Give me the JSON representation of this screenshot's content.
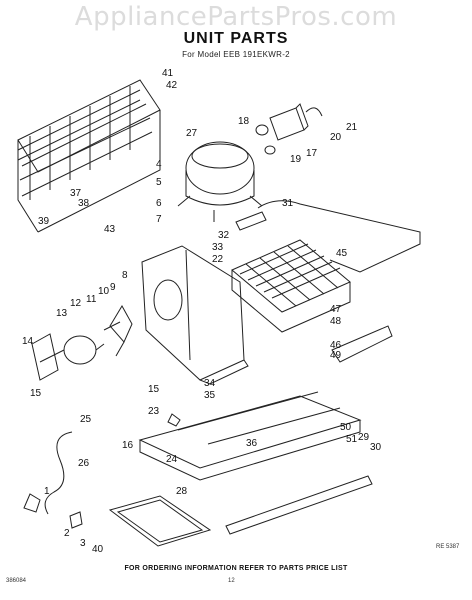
{
  "watermark": "AppliancePartsPros.com",
  "title": "UNIT PARTS",
  "subtitle": "For Model EEB 191EKWR-2",
  "footer": "FOR ORDERING INFORMATION REFER TO PARTS PRICE LIST",
  "doc_code": "386084",
  "page_number": "12",
  "ref_code": "RE 5387",
  "callouts": [
    "41",
    "42",
    "27",
    "18",
    "21",
    "20",
    "17",
    "19",
    "4",
    "5",
    "37",
    "38",
    "39",
    "43",
    "6",
    "7",
    "31",
    "32",
    "33",
    "45",
    "22",
    "8",
    "9",
    "10",
    "11",
    "12",
    "13",
    "14",
    "15",
    "47",
    "48",
    "46",
    "49",
    "15",
    "34",
    "35",
    "25",
    "23",
    "36",
    "50",
    "51",
    "29",
    "30",
    "26",
    "16",
    "24",
    "28",
    "1",
    "2",
    "3",
    "40"
  ]
}
